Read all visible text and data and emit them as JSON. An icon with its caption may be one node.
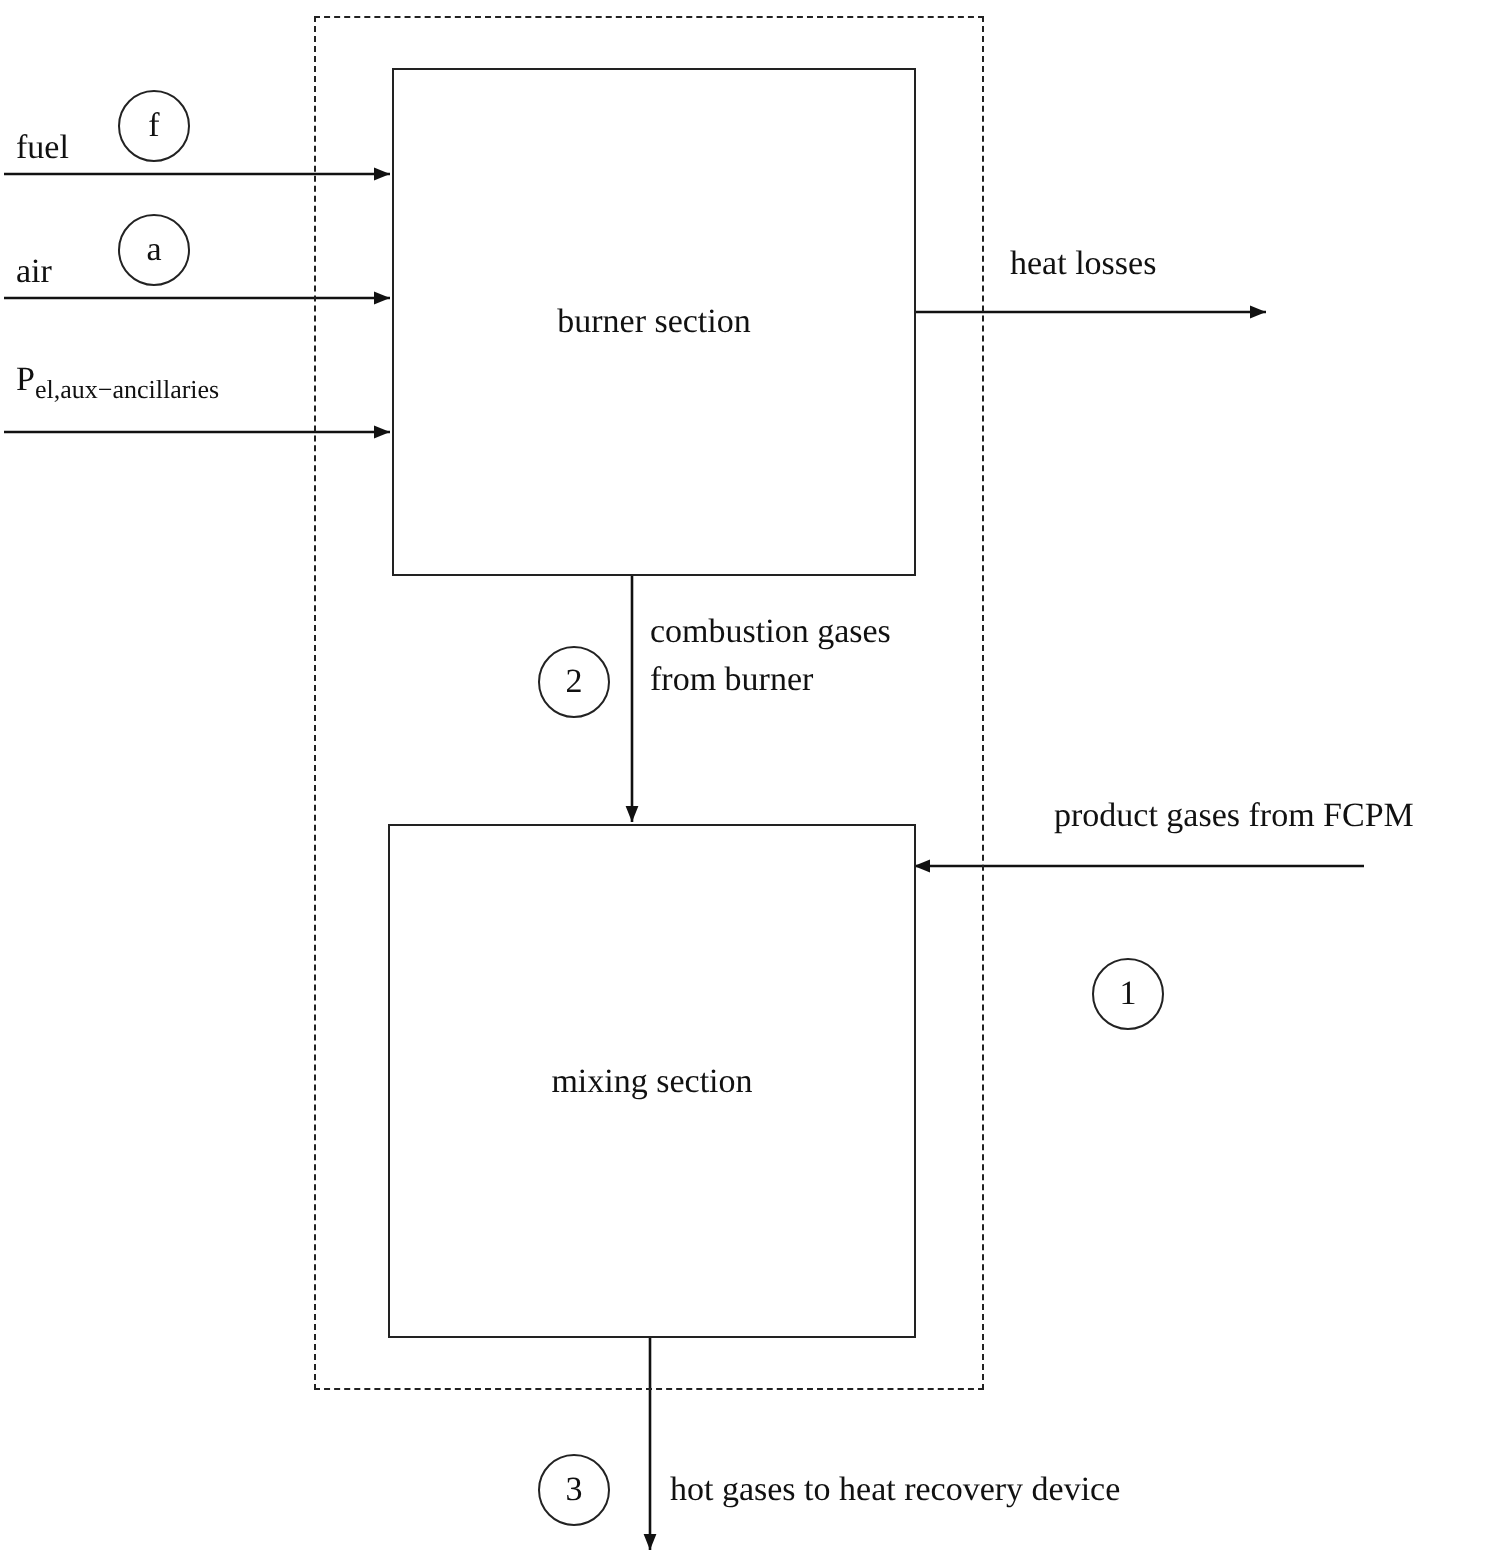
{
  "diagram": {
    "nodes": [
      {
        "text": [],
        "shape": "box"
      },
      {
        "text": [
          "burner section"
        ],
        "in": 0
      },
      {
        "text": [
          "mixing section"
        ],
        "in": 0
      }
    ],
    "edges": [
      {
        "from": null,
        "to": 1,
        "arrow": "to",
        "label": "fuel"
      },
      {
        "from": null,
        "to": 1,
        "arrow": "to",
        "label": "air"
      },
      {
        "from": null,
        "to": 1,
        "arrow": "to",
        "label": "P$_{el,aux−ancillaries}$"
      },
      {
        "from": 1,
        "to": null,
        "arrow": "to",
        "label": "heat losses"
      },
      {
        "from": 1,
        "to": 2,
        "arrow": "to",
        "label": "combustion gases from burner"
      },
      {
        "from": null,
        "to": 2,
        "arrow": "to",
        "label": "product gases from FCPM"
      },
      {
        "from": 2,
        "to": null,
        "arrow": "to",
        "label": "hot gases to heat recovery device"
      }
    ],
    "labels": [
      "f",
      "a",
      "2",
      "1",
      "3"
    ]
  }
}
